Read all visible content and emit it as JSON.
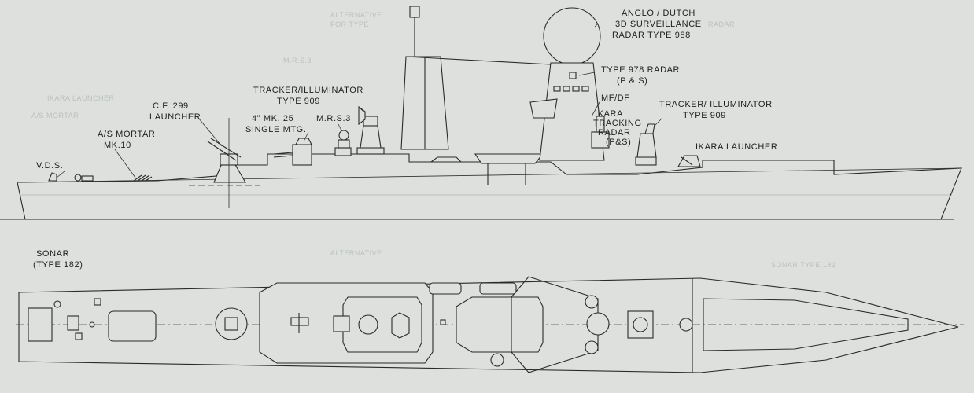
{
  "labels": {
    "radar_988": [
      "ANGLO / DUTCH",
      "3D SURVEILLANCE",
      "RADAR TYPE 988"
    ],
    "radar_978": [
      "TYPE 978 RADAR",
      "(P & S)"
    ],
    "mf_df": "MF/DF",
    "ikara_tracking": [
      "IKARA",
      "TRACKING",
      "RADAR",
      "(P&S)"
    ],
    "tracker_fwd": [
      "TRACKER/ILLUMINATOR",
      "TYPE 909"
    ],
    "tracker_aft": [
      "TRACKER/ ILLUMINATOR",
      "TYPE 909"
    ],
    "ikara_launcher": "IKARA LAUNCHER",
    "cf299": [
      "C.F. 299",
      "LAUNCHER"
    ],
    "mrs3": "M.R.S.3",
    "gun": [
      "4\" MK. 25",
      "SINGLE MTG."
    ],
    "mortar": [
      "A/S MORTAR",
      "MK.10"
    ],
    "vds": "V.D.S.",
    "sonar": [
      "SONAR",
      "(TYPE 182)"
    ]
  },
  "colors": {
    "paper": "#dde0dc",
    "ink": "#2a2a2a"
  }
}
